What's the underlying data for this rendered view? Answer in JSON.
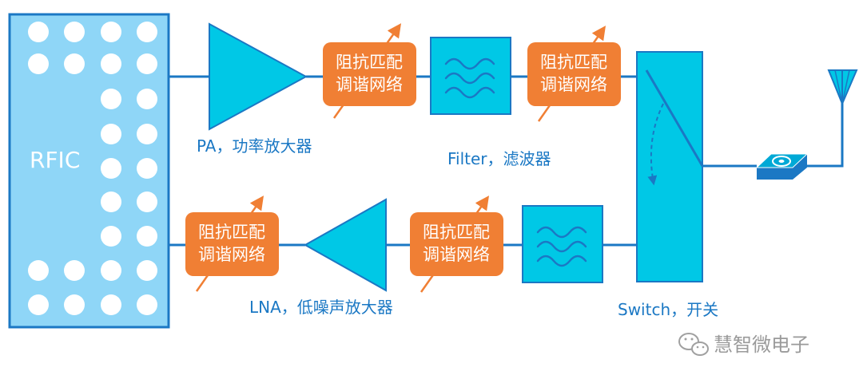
{
  "rfic": {
    "label": "RFIC"
  },
  "tx": {
    "pa_label": "PA，功率放大器",
    "match1": {
      "line1": "阻抗匹配",
      "line2": "调谐网络"
    },
    "filter_label": "Filter，滤波器",
    "match2": {
      "line1": "阻抗匹配",
      "line2": "调谐网络"
    }
  },
  "rx": {
    "match_rfic": {
      "line1": "阻抗匹配",
      "line2": "调谐网络"
    },
    "lna_label": "LNA，低噪声放大器",
    "match_lna": {
      "line1": "阻抗匹配",
      "line2": "调谐网络"
    }
  },
  "switch": {
    "label": "Switch，开关"
  },
  "watermark": {
    "text": "慧智微电子",
    "icon": "wechat-icon"
  },
  "colors": {
    "rfic_fill": "#8fd6f7",
    "block_fill": "#00c8e6",
    "stroke": "#1b78c4",
    "match_fill": "#f07f34",
    "arrow": "#f07f34",
    "label": "#1b78c4"
  }
}
